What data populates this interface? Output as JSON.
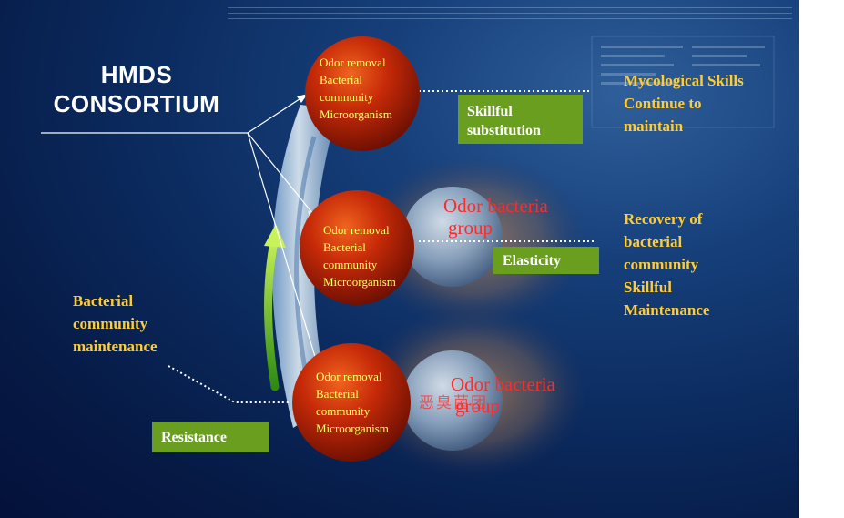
{
  "title": {
    "line1": "HMDS",
    "line2": "CONSORTIUM"
  },
  "balls": [
    {
      "lines": [
        "Odor removal",
        "Bacterial",
        "community",
        "Microorganism"
      ]
    },
    {
      "lines": [
        "Odor removal",
        "Bacterial",
        "community",
        "Microorganism"
      ]
    },
    {
      "lines": [
        "Odor removal",
        "Bacterial",
        "community",
        "Microorganism"
      ]
    }
  ],
  "odor_groups": [
    {
      "lines": [
        "Odor bacteria",
        "group"
      ]
    },
    {
      "lines": [
        "Odor bacteria",
        "group"
      ],
      "watermark": "恶臭菌团"
    }
  ],
  "boxes": {
    "skillful_substitution": [
      "Skillful",
      "substitution"
    ],
    "elasticity": "Elasticity",
    "resistance": "Resistance"
  },
  "right_texts": {
    "mycological": [
      "Mycological Skills",
      "Continue to",
      "maintain"
    ],
    "recovery": [
      "Recovery of",
      "bacterial",
      "community",
      "Skillful",
      "Maintenance"
    ]
  },
  "left_text": [
    "Bacterial",
    "community",
    "maintenance"
  ],
  "colors": {
    "background": "#0b2a5e",
    "ball": "#c62a08",
    "box_green": "#6a9e1f",
    "yellow_text": "#ffcc33",
    "ball_text": "#ffff66",
    "red_text": "#ff2a2a"
  }
}
